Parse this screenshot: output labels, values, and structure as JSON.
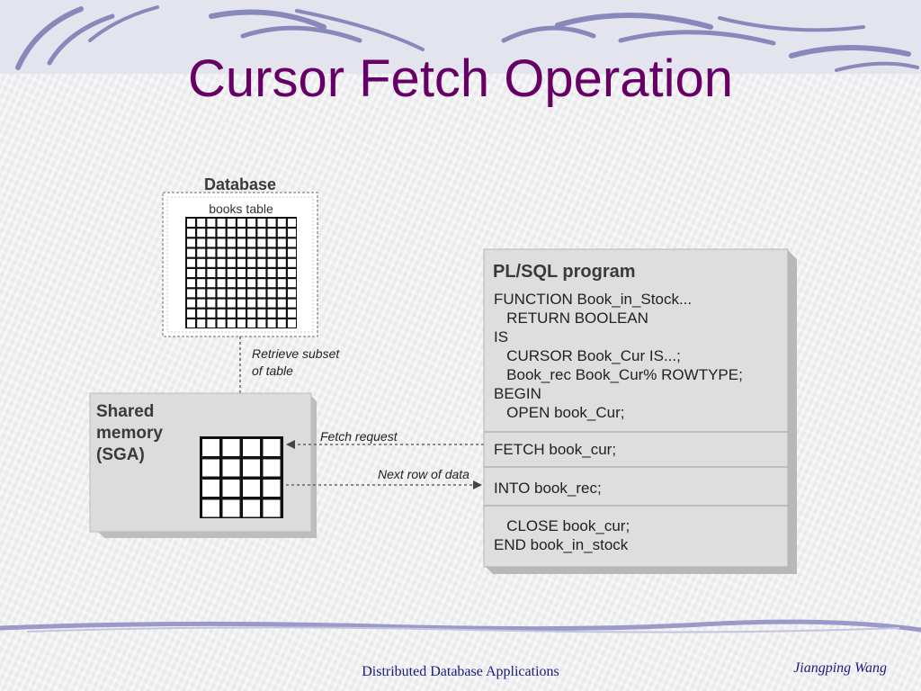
{
  "slide": {
    "title": "Cursor Fetch Operation",
    "footer_center": "Distributed Database Applications",
    "footer_right": "Jiangping Wang",
    "colors": {
      "title": "#660066",
      "footer": "#1a1a80",
      "swirl": "#8888bb"
    }
  },
  "diagram": {
    "database_label": "Database",
    "table_label": "books table",
    "retrieve_label_1": "Retrieve subset",
    "retrieve_label_2": "of table",
    "sga_label_1": "Shared",
    "sga_label_2": "memory",
    "sga_label_3": "(SGA)",
    "fetch_request_label": "Fetch request",
    "next_row_label": "Next row of data",
    "program_title": "PL/SQL program",
    "code": {
      "line1": "FUNCTION Book_in_Stock...",
      "line2": "   RETURN BOOLEAN",
      "line3": "IS",
      "line4": "   CURSOR Book_Cur IS...;",
      "line5": "   Book_rec Book_Cur% ROWTYPE;",
      "line6": "BEGIN",
      "line7": "   OPEN book_Cur;",
      "line8": "FETCH book_cur;",
      "line9": "INTO book_rec;",
      "line10": "   CLOSE book_cur;",
      "line11": "END book_in_stock"
    }
  }
}
